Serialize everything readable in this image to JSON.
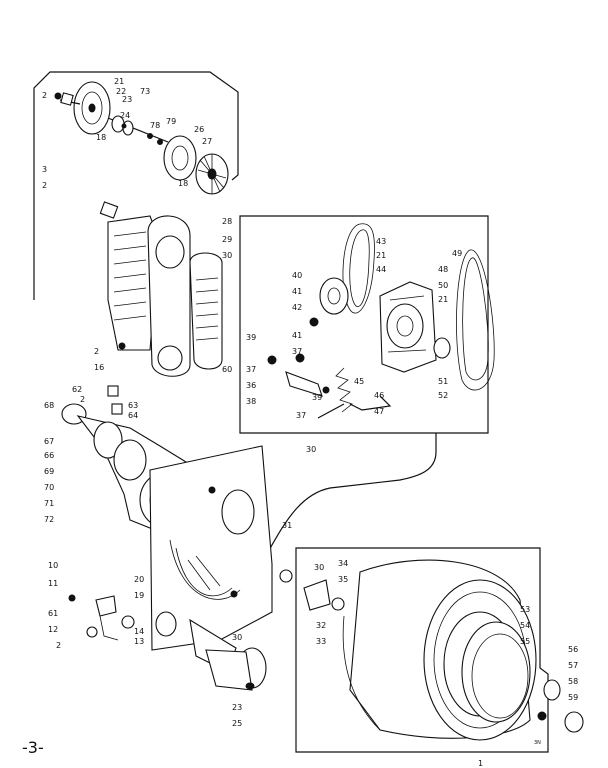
{
  "page_number": "-3-",
  "corner_code": "3N",
  "part_numbers": [
    "2",
    "21",
    "22",
    "23",
    "73",
    "24",
    "18",
    "78",
    "79",
    "26",
    "27",
    "18",
    "3",
    "2",
    "28",
    "29",
    "30",
    "2",
    "16",
    "60",
    "43",
    "21",
    "44",
    "40",
    "41",
    "42",
    "41",
    "49",
    "48",
    "50",
    "21",
    "39",
    "37",
    "36",
    "38",
    "37",
    "39",
    "37",
    "45",
    "46",
    "47",
    "51",
    "52",
    "62",
    "2",
    "63",
    "64",
    "68",
    "67",
    "66",
    "69",
    "70",
    "71",
    "72",
    "30",
    "31",
    "10",
    "11",
    "20",
    "61",
    "12",
    "2",
    "19",
    "14",
    "13",
    "30",
    "25",
    "23",
    "30",
    "35",
    "34",
    "32",
    "33",
    "53",
    "54",
    "55",
    "56",
    "57",
    "58",
    "59",
    "1"
  ]
}
